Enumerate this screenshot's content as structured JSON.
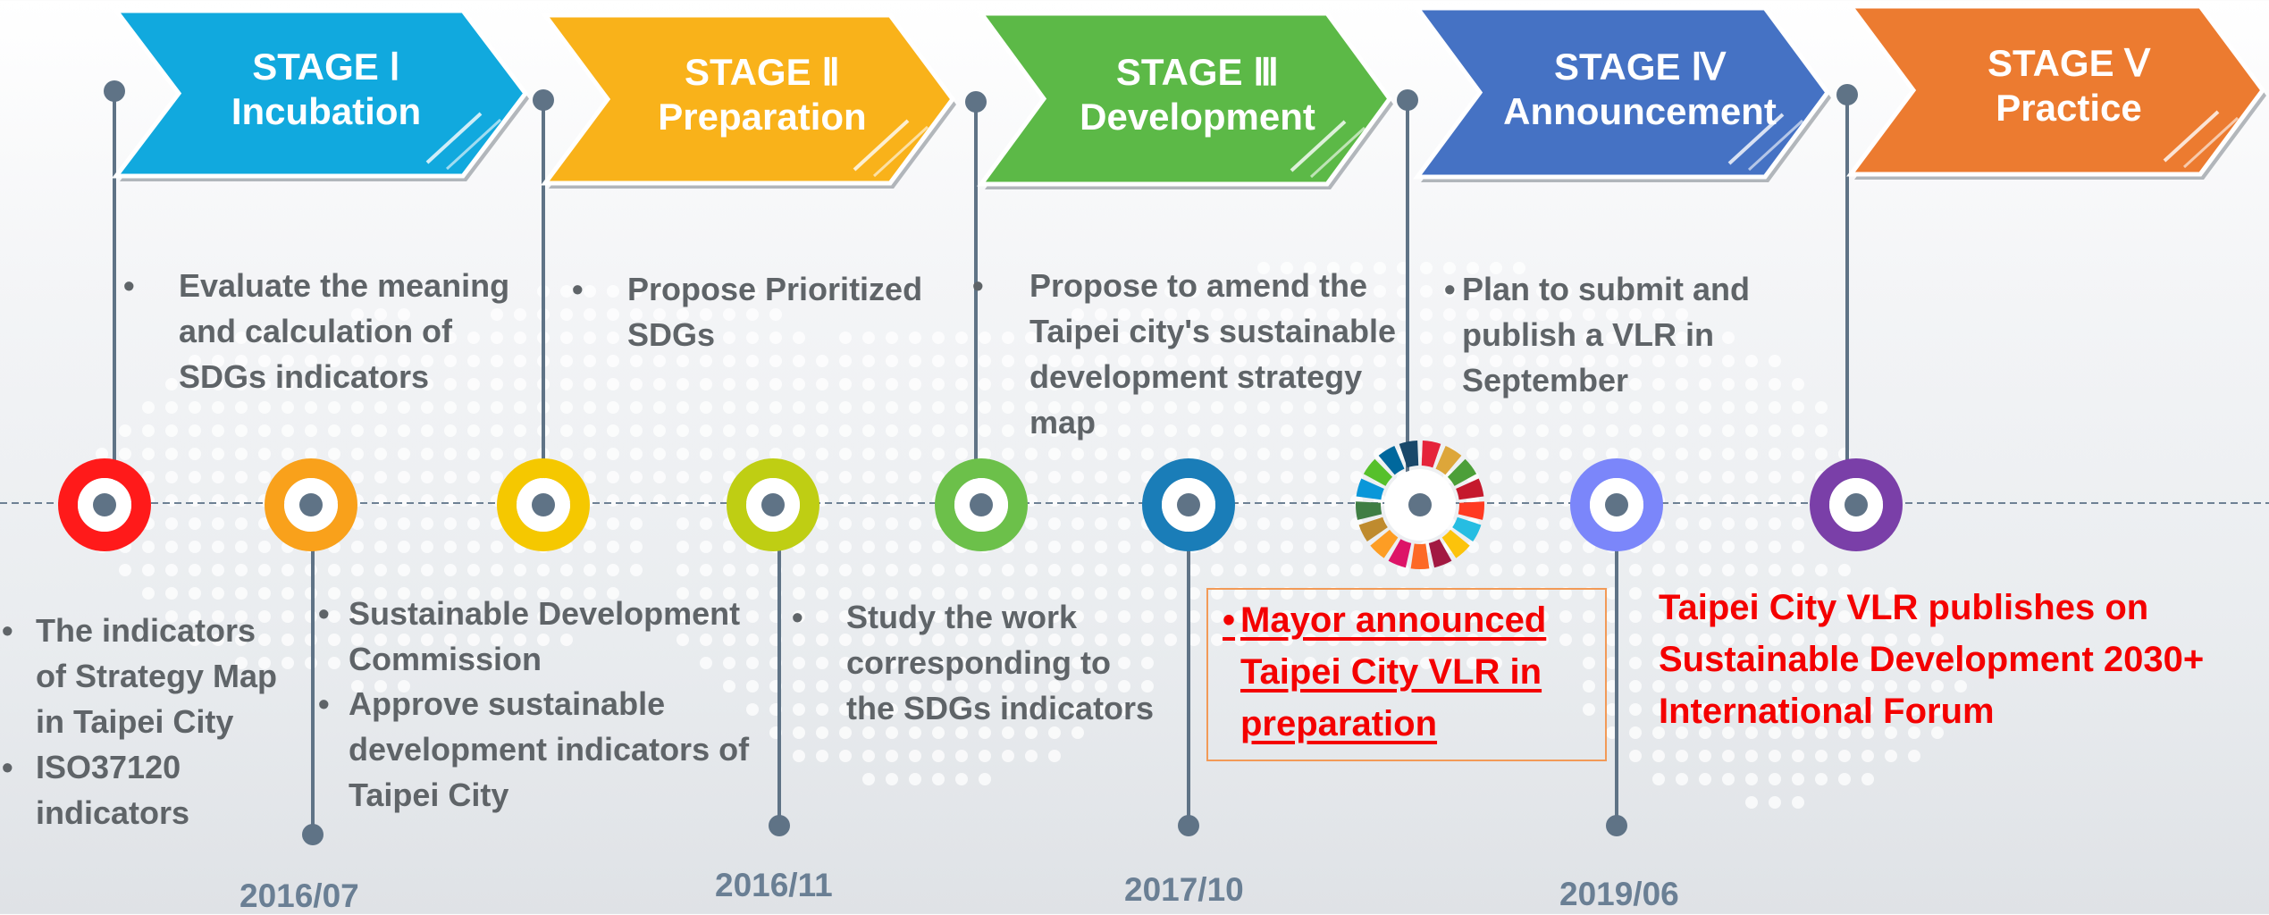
{
  "stages": [
    {
      "roman": "STAGE Ⅰ",
      "name": "Incubation",
      "color": "#11a9de"
    },
    {
      "roman": "STAGE Ⅱ",
      "name": "Preparation",
      "color": "#f9b21a"
    },
    {
      "roman": "STAGE Ⅲ",
      "name": "Development",
      "color": "#5cb947"
    },
    {
      "roman": "STAGE Ⅳ",
      "name": "Announcement",
      "color": "#4572c4"
    },
    {
      "roman": "STAGE Ⅴ",
      "name": "Practice",
      "color": "#ec7b30"
    }
  ],
  "upper_notes": [
    {
      "bullet": "•",
      "lines": [
        "Evaluate the meaning",
        "and calculation of",
        "SDGs indicators"
      ]
    },
    {
      "bullet": "•",
      "lines": [
        "Propose Prioritized",
        "SDGs"
      ]
    },
    {
      "bullet": "•",
      "lines": [
        "Propose to amend the",
        "Taipei city's sustainable",
        "development strategy",
        "map"
      ]
    },
    {
      "bullet": "•",
      "lines": [
        "Plan to submit and",
        "publish a VLR in",
        "September"
      ]
    }
  ],
  "lower_notes": {
    "left": {
      "items": [
        {
          "bullet": "•",
          "lines": [
            "The indicators",
            "of Strategy Map",
            "in Taipei City"
          ]
        },
        {
          "bullet": "•",
          "lines": [
            "ISO37120",
            "indicators"
          ]
        }
      ]
    },
    "commission": {
      "items": [
        {
          "bullet": "•",
          "lines": [
            "Sustainable Development",
            "Commission"
          ]
        },
        {
          "bullet": "•",
          "lines": [
            "Approve sustainable",
            "development indicators of",
            "Taipei City"
          ]
        }
      ]
    },
    "study": {
      "bullet": "•",
      "lines": [
        "Study the work",
        "corresponding to",
        "the SDGs indicators"
      ]
    },
    "mayor": {
      "bullet": "•",
      "lines": [
        "Mayor  announced",
        "Taipei City VLR in",
        "preparation"
      ]
    },
    "vlr": {
      "lines": [
        "Taipei City VLR publishes on",
        "Sustainable Development 2030+",
        "International Forum"
      ]
    }
  },
  "dates": [
    "2016/07",
    "2016/11",
    "2017/10",
    "2019/06"
  ],
  "colors": {
    "milestones": [
      "#ff1a1a",
      "#f9a11b",
      "#f5c800",
      "#bfce13",
      "#6cc04a",
      "#1a7db8",
      "sdg-wheel",
      "#7b86fa",
      "#7a3fa8"
    ],
    "sdg_wheel": [
      "#e5243b",
      "#dda63a",
      "#4c9f38",
      "#c5192d",
      "#ff3a21",
      "#26bde2",
      "#fcc30b",
      "#a21942",
      "#fd6925",
      "#dd1367",
      "#fd9d24",
      "#bf8b2e",
      "#3f7e44",
      "#0a97d9",
      "#56c02b",
      "#00689d",
      "#19486a"
    ],
    "text_gray": "#5f6468",
    "date_blue": "#6a7f94",
    "highlight_red": "#f40000"
  }
}
